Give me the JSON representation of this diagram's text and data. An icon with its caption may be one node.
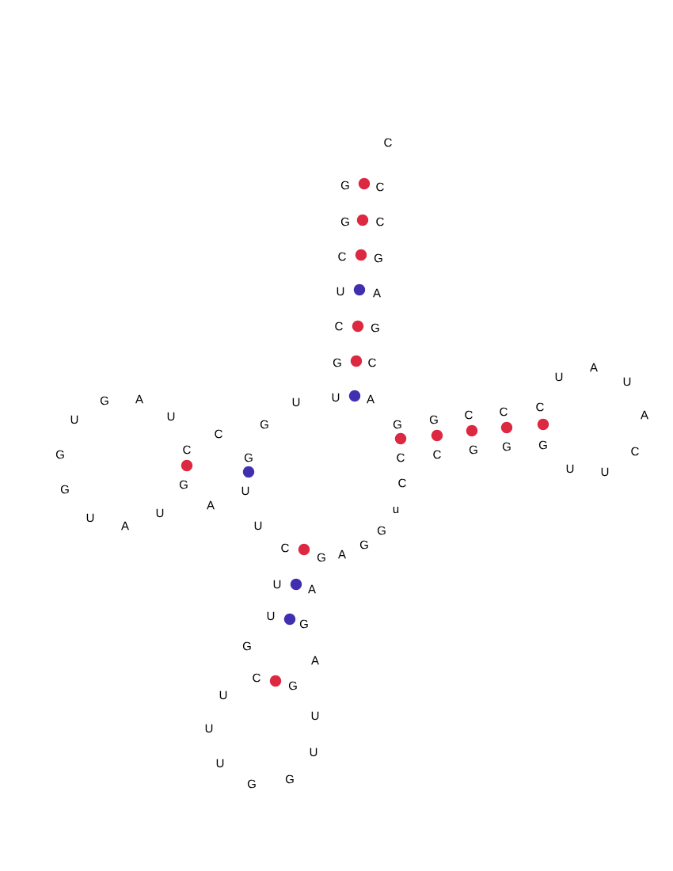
{
  "diagram": {
    "labels": [
      "C",
      "G",
      "C",
      "G",
      "C",
      "C",
      "G",
      "U",
      "A",
      "C",
      "G",
      "G",
      "C",
      "A",
      "U",
      "U",
      "A",
      "U",
      "A",
      "G",
      "U",
      "U",
      "U",
      "G",
      "A",
      "C",
      "G",
      "G",
      "C",
      "C",
      "C",
      "C",
      "G",
      "C",
      "C",
      "G",
      "G",
      "G",
      "C",
      "G",
      "U",
      "U",
      "C",
      "G",
      "G",
      "U",
      "A",
      "u",
      "U",
      "U",
      "A",
      "U",
      "G",
      "G",
      "C",
      "A",
      "G",
      "U",
      "A",
      "U",
      "G",
      "G",
      "A",
      "C",
      "G",
      "U",
      "U",
      "U",
      "U",
      "U",
      "G",
      "G"
    ]
  }
}
